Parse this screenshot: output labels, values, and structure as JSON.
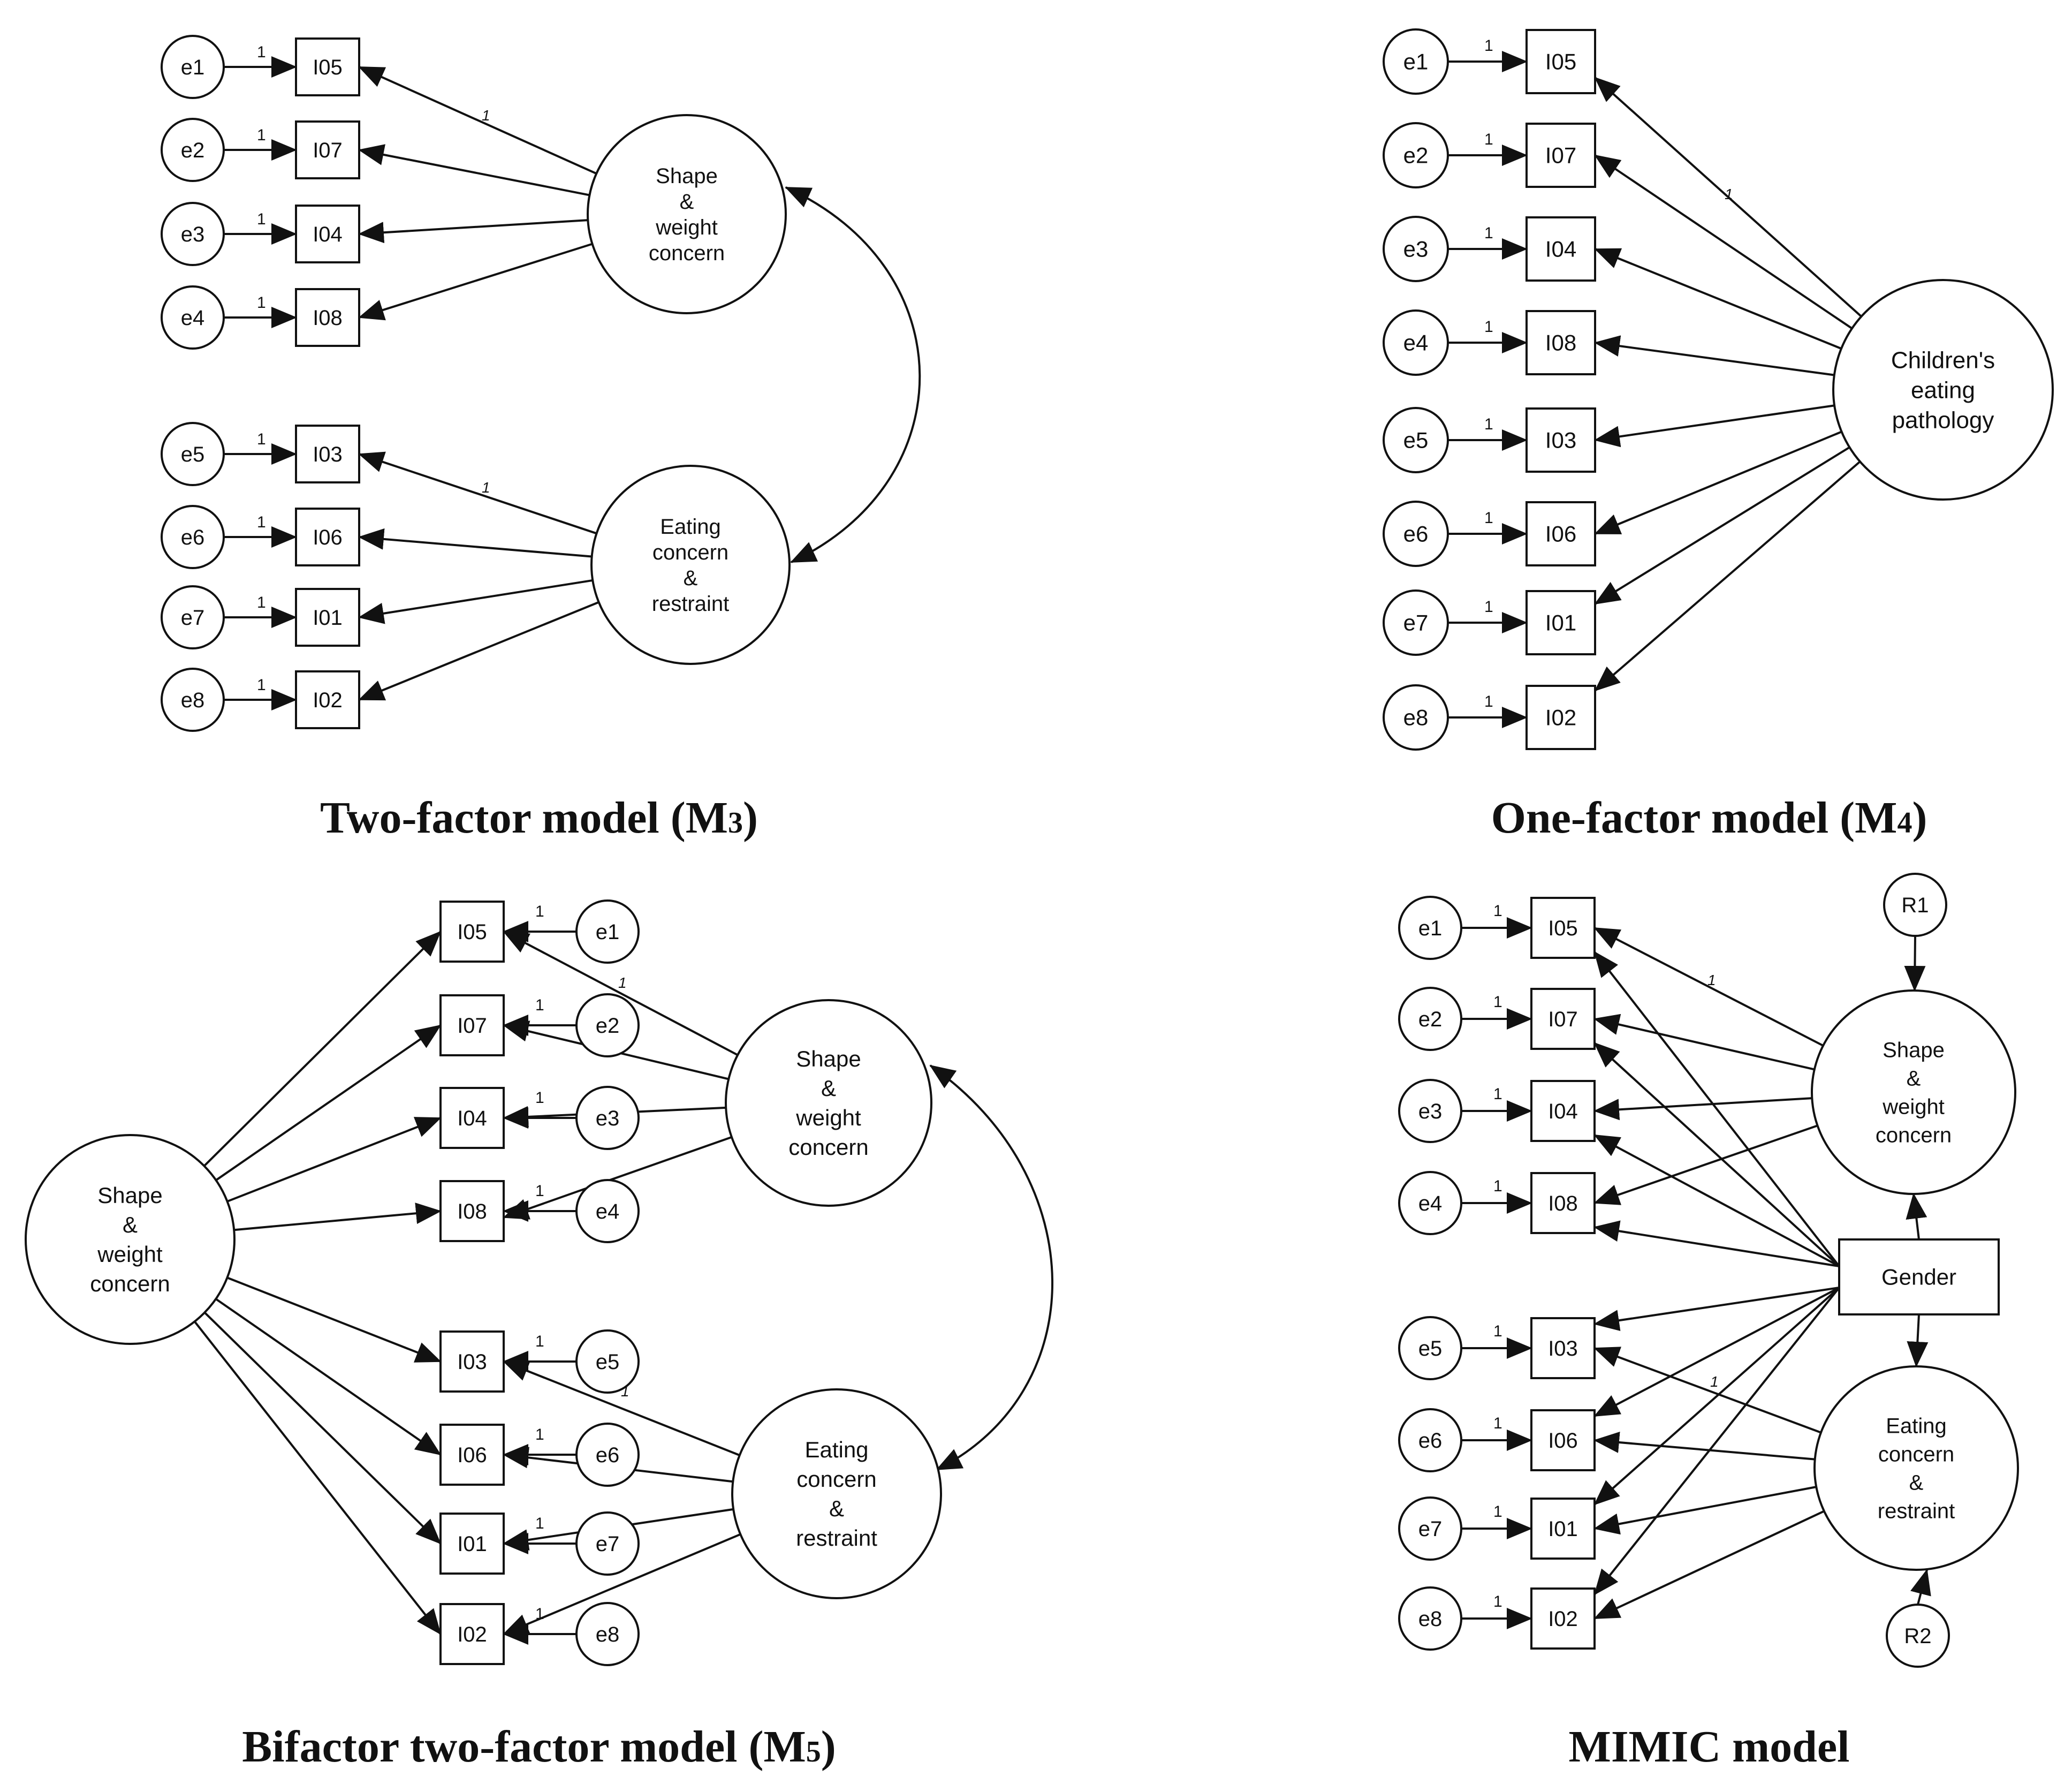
{
  "panels": [
    {
      "caption": "Two-factor model (M3)",
      "caption_main": "Two-factor model (M",
      "caption_sub": "3",
      "caption_end": ")",
      "errors": [
        "e1",
        "e2",
        "e3",
        "e4",
        "e5",
        "e6",
        "e7",
        "e8"
      ],
      "items": [
        "I05",
        "I07",
        "I04",
        "I08",
        "I03",
        "I06",
        "I01",
        "I02"
      ],
      "factors": [
        {
          "lines": [
            "Shape",
            "&",
            "weight",
            "concern"
          ]
        },
        {
          "lines": [
            "Eating",
            "concern",
            "&",
            "restraint"
          ]
        }
      ],
      "error_loading": "1",
      "fixed_loading": "1"
    },
    {
      "caption": "One-factor model (M4)",
      "caption_main": "One-factor model (M",
      "caption_sub": "4",
      "caption_end": ")",
      "errors": [
        "e1",
        "e2",
        "e3",
        "e4",
        "e5",
        "e6",
        "e7",
        "e8"
      ],
      "items": [
        "I05",
        "I07",
        "I04",
        "I08",
        "I03",
        "I06",
        "I01",
        "I02"
      ],
      "factors": [
        {
          "lines": [
            "Children's",
            "eating",
            "pathology"
          ]
        }
      ],
      "error_loading": "1",
      "fixed_loading": "1"
    },
    {
      "caption": "Bifactor two-factor model (M5)",
      "caption_main": "Bifactor two-factor model (M",
      "caption_sub": "5",
      "caption_end": ")",
      "errors": [
        "e1",
        "e2",
        "e3",
        "e4",
        "e5",
        "e6",
        "e7",
        "e8"
      ],
      "items": [
        "I05",
        "I07",
        "I04",
        "I08",
        "I03",
        "I06",
        "I01",
        "I02"
      ],
      "factors": [
        {
          "lines": [
            "Shape",
            "&",
            "weight",
            "concern"
          ]
        },
        {
          "lines": [
            "Eating",
            "concern",
            "&",
            "restraint"
          ]
        },
        {
          "lines": [
            "Shape",
            "&",
            "weight",
            "concern"
          ]
        }
      ],
      "error_loading": "1",
      "fixed_loading": "1"
    },
    {
      "caption": "MIMIC model",
      "caption_main": "MIMIC model",
      "caption_sub": "",
      "caption_end": "",
      "errors": [
        "e1",
        "e2",
        "e3",
        "e4",
        "e5",
        "e6",
        "e7",
        "e8"
      ],
      "items": [
        "I05",
        "I07",
        "I04",
        "I08",
        "I03",
        "I06",
        "I01",
        "I02"
      ],
      "factors": [
        {
          "lines": [
            "Shape",
            "&",
            "weight",
            "concern"
          ]
        },
        {
          "lines": [
            "Eating",
            "concern",
            "&",
            "restraint"
          ]
        }
      ],
      "covariate": "Gender",
      "residuals": [
        "R1",
        "R2"
      ],
      "error_loading": "1",
      "fixed_loading": "1"
    }
  ]
}
